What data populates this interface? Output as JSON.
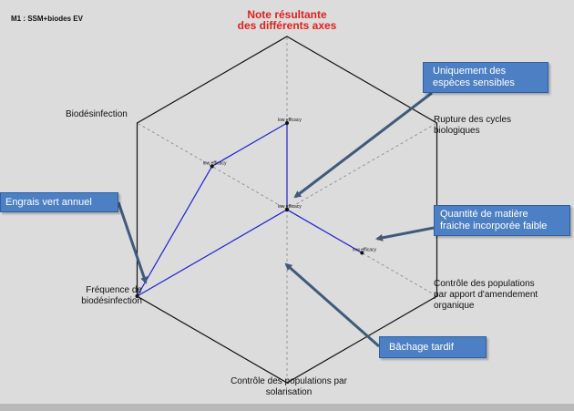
{
  "chart_data": {
    "type": "radar",
    "title": "Note résultante\ndes différents axes",
    "subtitle": "M1 : SSM+biodes EV",
    "axes": [
      "Note résultante des différents axes",
      "Rupture des cycles biologiques",
      "Contrôle des populations par apport d'amendement organique",
      "Contrôle des populations par solarisation",
      "Fréquence de biodésinfection",
      "Biodésinfection"
    ],
    "axis_labels": {
      "rupture": "Rupture des cycles\nbiologiques",
      "amendement": "Contrôle des populations\npar apport d'amendement\norganique",
      "solarisation": "Contrôle des populations par\nsolarisation",
      "frequence": "Fréquence de\nbiodésinfection",
      "biodesinfection": "Biodésinfection"
    },
    "series": [
      {
        "color": "#1f1fd6",
        "values": [
          0.5,
          0.0,
          0.5,
          0.0,
          1.0,
          0.5
        ],
        "point_labels": [
          "low efficacy",
          "",
          "low efficacy",
          "low efficacy",
          "",
          "low efficacy"
        ]
      }
    ],
    "range": [
      0,
      1
    ],
    "grid": true
  },
  "callouts": {
    "sensibles": "Uniquement des\nespèces sensibles",
    "engrais": "Engrais vert annuel",
    "matiere": "Quantité de matière\nfraiche incorporée faible",
    "bachage": "Bâchage tardif"
  },
  "colors": {
    "title": "#e0201b",
    "callout_bg": "#4d7fc4",
    "arrow": "#3f5a7a",
    "series": "#1f1fd6"
  }
}
